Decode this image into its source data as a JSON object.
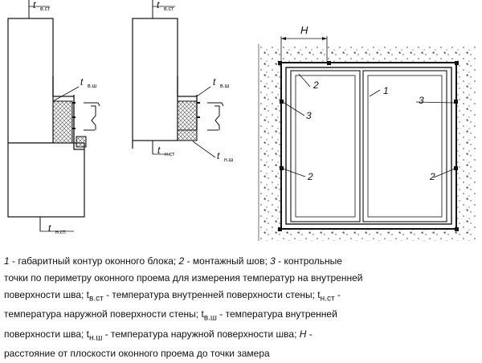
{
  "figure": {
    "labels": {
      "t_symbol": "t",
      "t_vst": "в.ст",
      "t_vsh": "в.ш",
      "t_nst": "н.ст",
      "t_nsh": "н.ш",
      "t_nst_dot": "н.ст.",
      "H": "H",
      "n1": "1",
      "n2": "2",
      "n3": "3"
    }
  },
  "caption": {
    "line1_parts": [
      "1",
      " - габаритный контур оконного блока; ",
      "2",
      " - монтажный шов; ",
      "3",
      " - контрольные"
    ],
    "line2": "точки по периметру оконного проема для измерения температур на внутренней",
    "line3": "поверхности шва; t",
    "line3_sub": "в.ст",
    "line3_rest": " - температура внутренней поверхности стены; t",
    "line3_sub2": "н.ст",
    "line3_end": " -",
    "line4": "температура наружной поверхности стены; t",
    "line4_sub": "в.ш",
    "line4_rest": " - температура внутренней",
    "line5": "поверхности  шва; t",
    "line5_sub": "н.ш",
    "line5_rest": " - температура наружной поверхности шва; ",
    "line5_H": "H",
    "line5_end": " -",
    "line6": "расстояние от плоскости оконного проема до точки замера"
  }
}
